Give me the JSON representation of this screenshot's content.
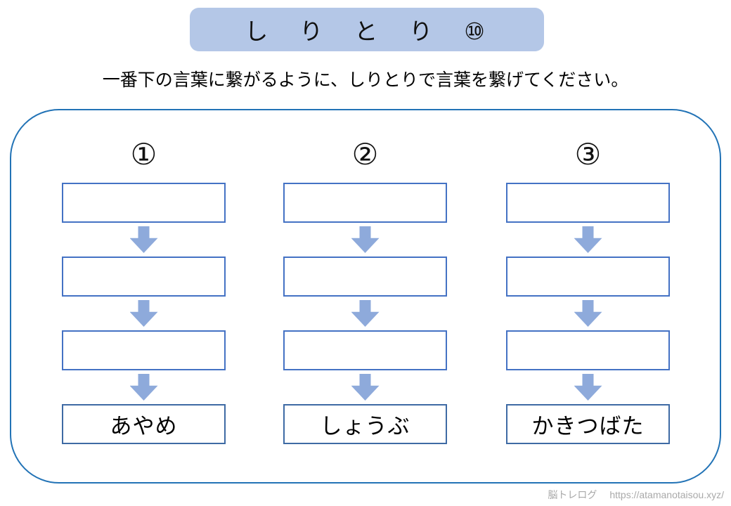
{
  "page": {
    "title_banner": "し　り　と　り　⑩",
    "instruction": "一番下の言葉に繋がるように、しりとりで言葉を繋げてください。",
    "footer": {
      "site_name": "脳トレログ",
      "url": "https://atamanotaisou.xyz/"
    }
  },
  "colors": {
    "banner_bg": "#b4c7e7",
    "box_border": "#4472c4",
    "word_box_border": "#3e6aa4",
    "arrow_fill": "#8eaadb",
    "board_border": "#2273b6",
    "footer_text": "#a9a9a9"
  },
  "icons": {
    "down_arrow": "down-arrow-icon"
  },
  "columns": [
    {
      "label": "①",
      "boxes": [
        "",
        "",
        "",
        "あやめ"
      ]
    },
    {
      "label": "②",
      "boxes": [
        "",
        "",
        "",
        "しょうぶ"
      ]
    },
    {
      "label": "③",
      "boxes": [
        "",
        "",
        "",
        "かきつばた"
      ]
    }
  ]
}
